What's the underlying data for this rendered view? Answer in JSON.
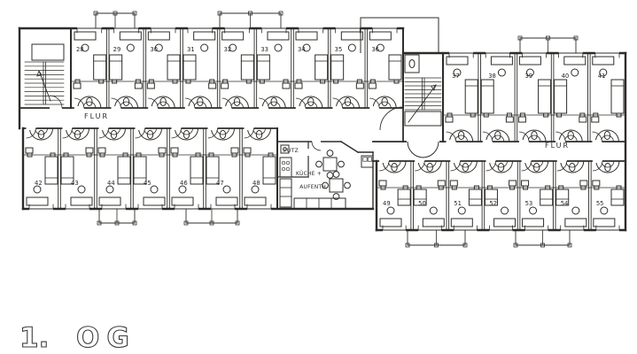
{
  "drawing": {
    "type": "architectural-floor-plan",
    "floor_label": {
      "number": "1.",
      "name": "OG"
    },
    "corridor_label_left": "FLUR",
    "corridor_label_right": "FLUR",
    "putz_label": "PUTZ",
    "kitchen_label_line1": "KÜCHE +",
    "kitchen_label_line2": "AUFENTH.",
    "rooms": {
      "top_left": [
        "28",
        "29",
        "30",
        "31",
        "32",
        "33",
        "34",
        "35",
        "36"
      ],
      "top_right": [
        "37",
        "38",
        "39",
        "40",
        "41"
      ],
      "bottom_left": [
        "42",
        "43",
        "44",
        "45",
        "46",
        "47",
        "48"
      ],
      "bottom_right": [
        "49",
        "50",
        "51",
        "52",
        "53",
        "54",
        "55"
      ]
    },
    "colors": {
      "ink": "#2e2c29",
      "paper": "#ffffff"
    }
  }
}
